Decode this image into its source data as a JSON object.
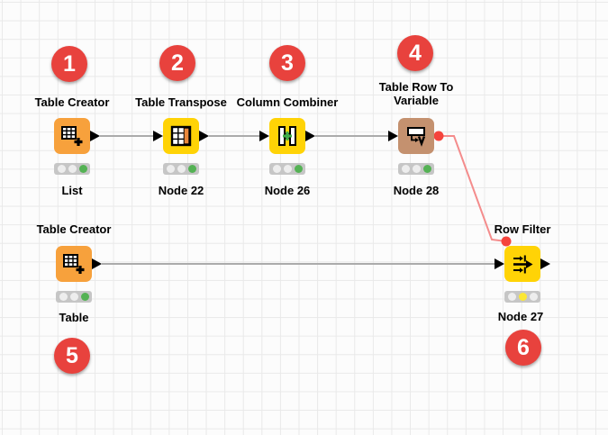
{
  "app": "KNIME workflow editor canvas",
  "nodes": [
    {
      "name": "Table Creator",
      "label": "List",
      "badge": "1",
      "color": "#F7A13C",
      "icon": "table-plus-icon",
      "status": "green"
    },
    {
      "name": "Table Transpose",
      "label": "Node 22",
      "badge": "2",
      "color": "#FFD306",
      "icon": "table-transpose-icon",
      "status": "green"
    },
    {
      "name": "Column Combiner",
      "label": "Node 26",
      "badge": "3",
      "color": "#FFD306",
      "icon": "column-combiner-icon",
      "status": "green"
    },
    {
      "name": "Table Row To Variable",
      "label": "Node 28",
      "badge": "4",
      "color": "#C4916F",
      "icon": "row-to-variable-icon",
      "status": "green"
    },
    {
      "name": "Table Creator",
      "label": "Table",
      "badge": "5",
      "color": "#F7A13C",
      "icon": "table-plus-icon",
      "status": "green"
    },
    {
      "name": "Row Filter",
      "label": "Node 27",
      "badge": "6",
      "color": "#FFD306",
      "icon": "row-filter-icon",
      "status": "yellow"
    }
  ],
  "connections": [
    {
      "from": "List",
      "to": "Node 22",
      "type": "data"
    },
    {
      "from": "Node 22",
      "to": "Node 26",
      "type": "data"
    },
    {
      "from": "Node 26",
      "to": "Node 28",
      "type": "data"
    },
    {
      "from": "Table",
      "to": "Node 27",
      "type": "data"
    },
    {
      "from": "Node 28",
      "to": "Node 27",
      "type": "flow-variable",
      "color": "#F48C8C"
    }
  ],
  "status_colors": {
    "executed_green": "#54B254",
    "configured_yellow": "#FBE733"
  },
  "accent_colors": {
    "annotation_red": "#E8423D",
    "variable_port_red": "#F5443C",
    "grid": "#E9E9E9",
    "canvas_bg": "#FCFCFC"
  }
}
